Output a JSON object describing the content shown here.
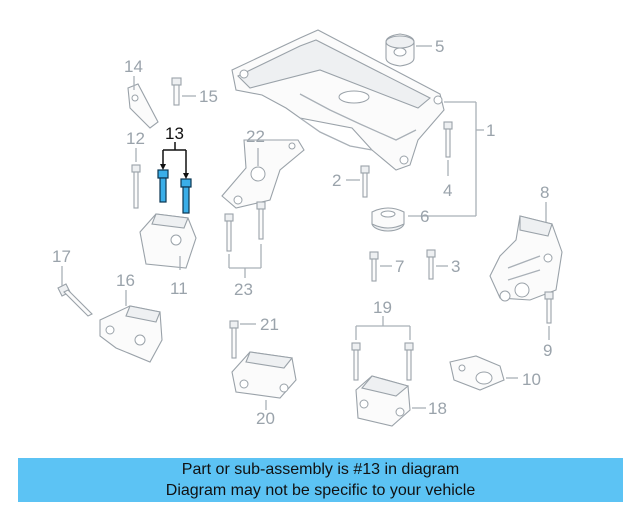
{
  "callouts": {
    "c1": "1",
    "c2": "2",
    "c3": "3",
    "c4": "4",
    "c5": "5",
    "c6": "6",
    "c7": "7",
    "c8": "8",
    "c9": "9",
    "c10": "10",
    "c11": "11",
    "c12": "12",
    "c13": "13",
    "c14": "14",
    "c15": "15",
    "c16": "16",
    "c17": "17",
    "c18": "18",
    "c19": "19",
    "c20": "20",
    "c21": "21",
    "c22": "22",
    "c23": "23"
  },
  "highlight": {
    "part_number": "13",
    "color": "#3aaee8"
  },
  "banner": {
    "line1": "Part or sub-assembly is #13 in diagram",
    "line2": "Diagram may not be specific to your vehicle",
    "color": "#5cc3f4"
  }
}
